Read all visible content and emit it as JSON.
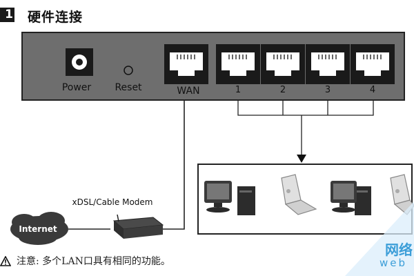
{
  "section": {
    "number": "1",
    "title": "硬件连接"
  },
  "router": {
    "power_label": "Power",
    "reset_label": "Reset",
    "wan_label": "WAN",
    "lan_ports": [
      "1",
      "2",
      "3",
      "4"
    ]
  },
  "modem_label": "xDSL/Cable Modem",
  "internet_label": "Internet",
  "note": {
    "icon": "warning-icon",
    "text": "注意: 多个LAN口具有相同的功能。"
  },
  "watermark": {
    "text": "网络",
    "sub": "web"
  },
  "colors": {
    "router_body": "#6e6e6e",
    "port_frame": "#1a1a1a",
    "cloud": "#3a3a3a",
    "watermark": "#3c9ed8"
  }
}
